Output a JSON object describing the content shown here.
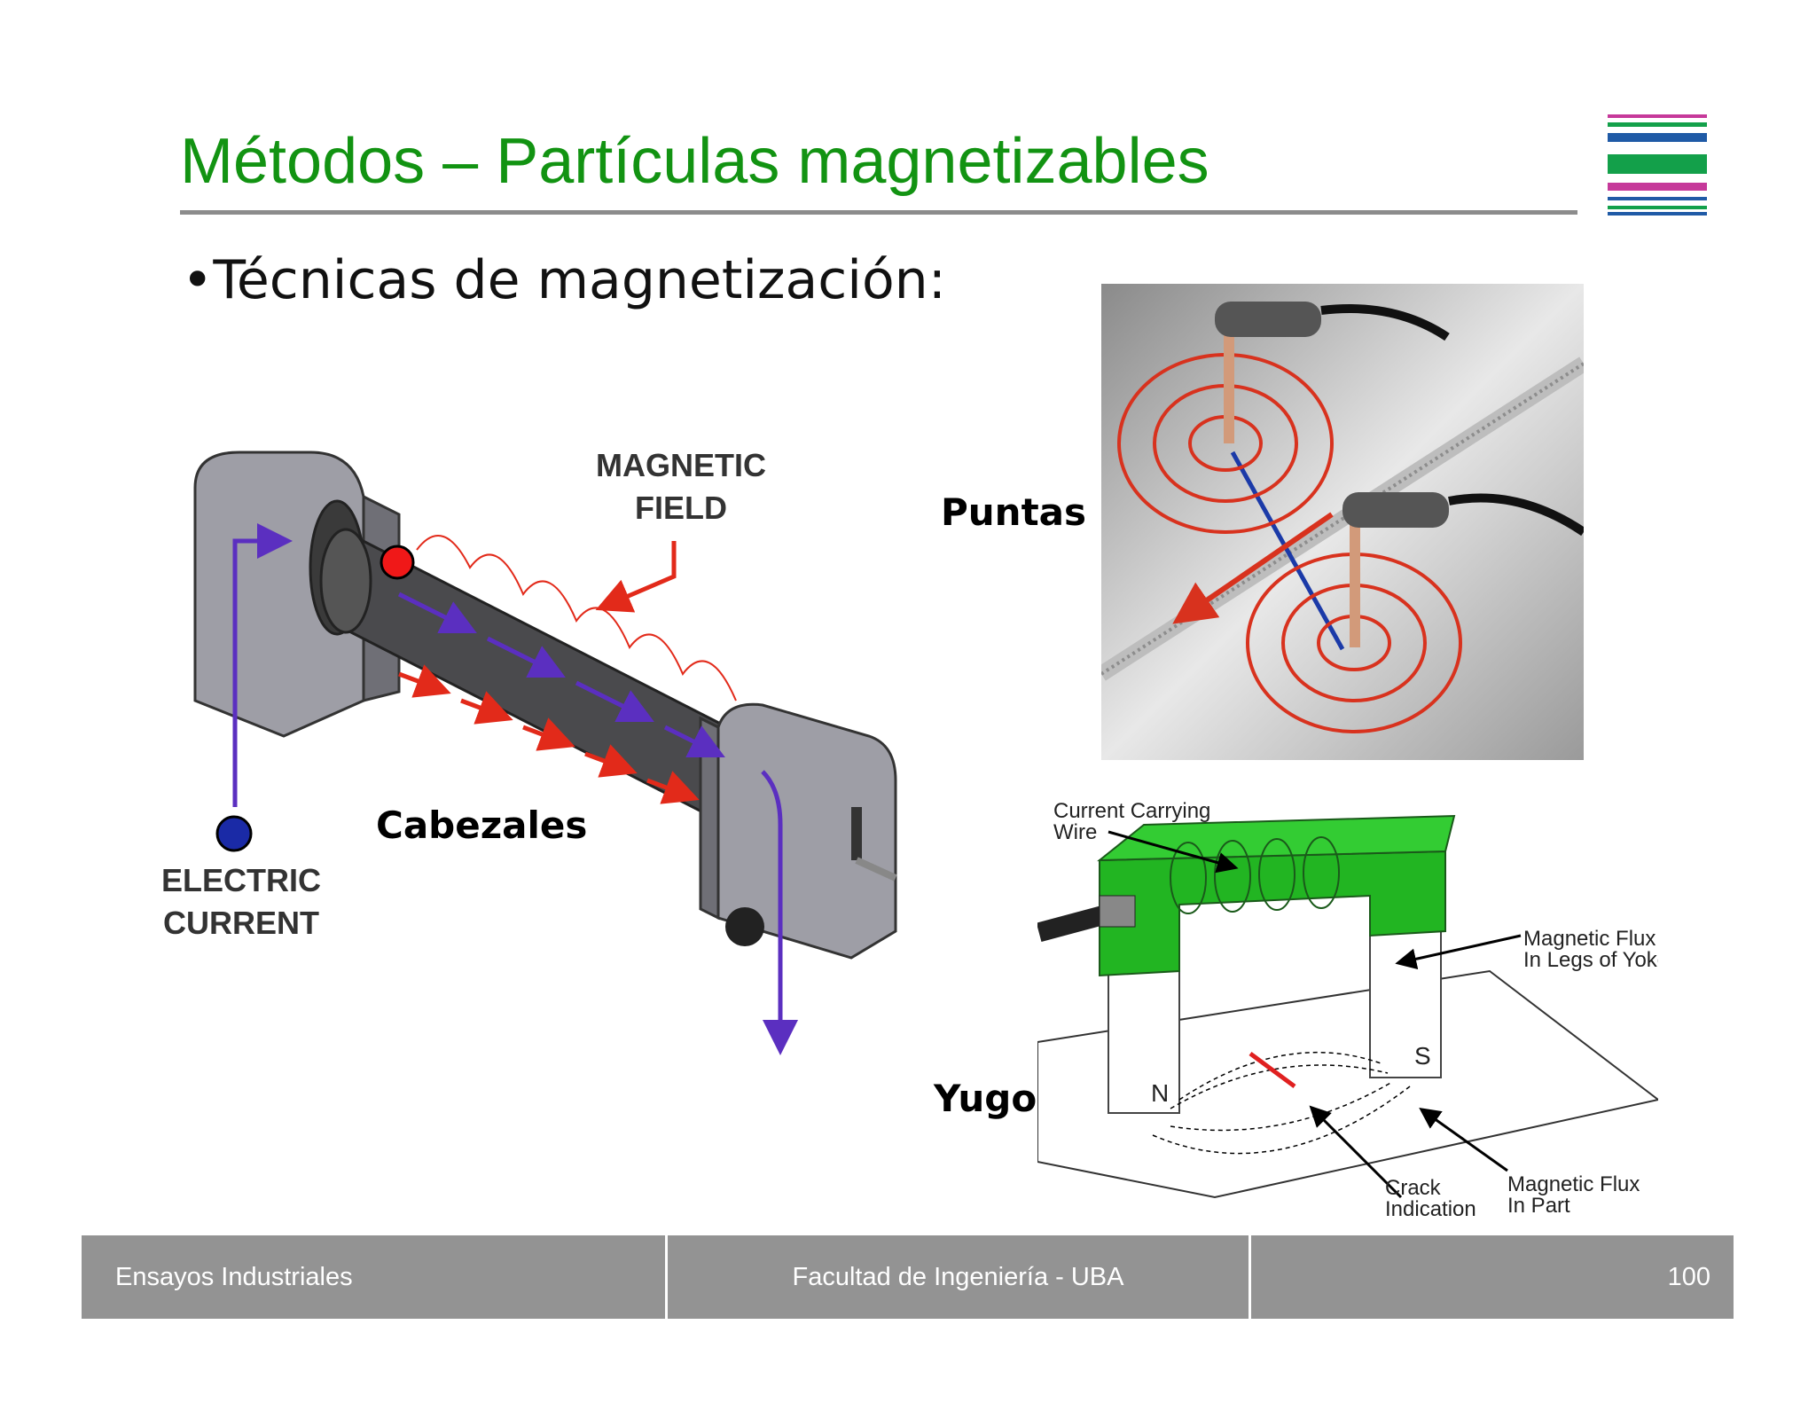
{
  "slide": {
    "title": "Métodos – Partículas magnetizables",
    "bullet": "•Técnicas de magnetización:"
  },
  "figure_left": {
    "magnetic_field_label_line1": "MAGNETIC",
    "magnetic_field_label_line2": "FIELD",
    "electric_current_label_line1": "ELECTRIC",
    "electric_current_label_line2": "CURRENT",
    "caption": "Cabezales"
  },
  "figure_right_top": {
    "caption": "Puntas"
  },
  "figure_right_bottom": {
    "caption": "Yugo",
    "current_wire_line1": "Current Carrying",
    "current_wire_line2": "Wire",
    "flux_legs_line1": "Magnetic Flux",
    "flux_legs_line2": "In Legs of Yoke",
    "crack_line1": "Crack",
    "crack_line2": "Indication",
    "flux_part_line1": "Magnetic Flux",
    "flux_part_line2": "In Part",
    "pole_n": "N",
    "pole_s": "S"
  },
  "footer": {
    "left": "Ensayos Industriales",
    "center": "Facultad de Ingeniería - UBA",
    "page": "100"
  },
  "colors": {
    "title": "#129312",
    "rule": "#8c8c8c",
    "footer_bg": "#939393",
    "logo_green": "#13a04a",
    "logo_blue": "#1f5aa6",
    "logo_magenta": "#c6399a"
  }
}
